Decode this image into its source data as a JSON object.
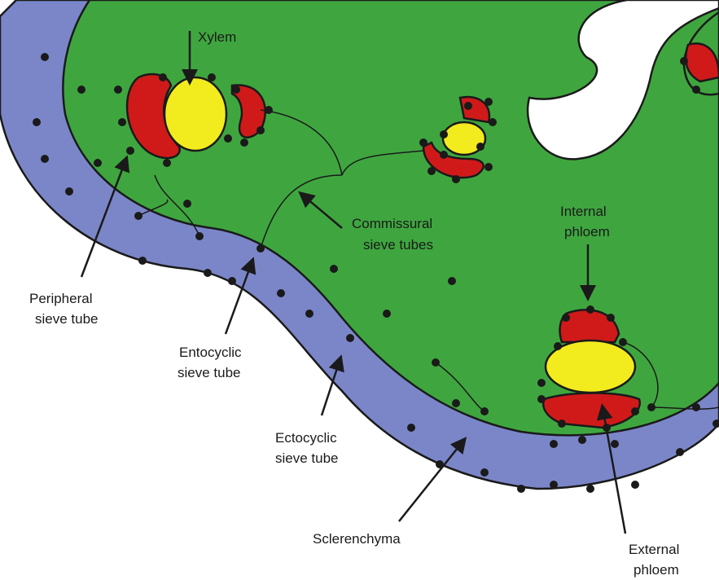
{
  "diagram": {
    "colors": {
      "ground_tissue": "#3fa63f",
      "sclerenchyma": "#7b86c9",
      "phloem": "#d01a1a",
      "xylem": "#f2ec1e",
      "outline": "#1a1a1a",
      "background": "#ffffff"
    },
    "labels": {
      "xylem": "Xylem",
      "commissural_1": "Commissural",
      "commissural_2": "sieve tubes",
      "internal_1": "Internal",
      "internal_2": "phloem",
      "peripheral_1": "Peripheral",
      "peripheral_2": "sieve tube",
      "entocyclic_1": "Entocyclic",
      "entocyclic_2": "sieve tube",
      "ectocyclic_1": "Ectocyclic",
      "ectocyclic_2": "sieve tube",
      "sclerenchyma": "Sclerenchyma",
      "external_1": "External",
      "external_2": "phloem"
    }
  }
}
